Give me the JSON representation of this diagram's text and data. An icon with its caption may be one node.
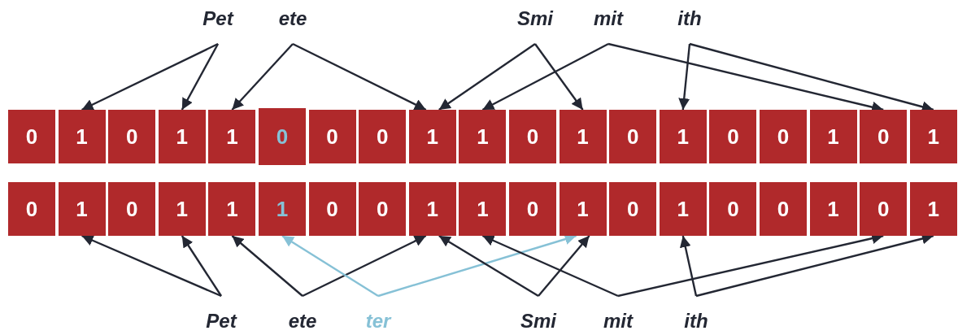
{
  "diagram": {
    "nodes": [
      {
        "text": [
          "Pet"
        ]
      },
      {
        "text": [
          "ete"
        ]
      },
      {
        "text": [
          "Smi"
        ]
      },
      {
        "text": [
          "mit"
        ]
      },
      {
        "text": [
          "ith"
        ]
      },
      {
        "text": [
          "0"
        ]
      },
      {
        "text": [
          "1"
        ]
      },
      {
        "text": [
          "0"
        ]
      },
      {
        "text": [
          "1"
        ]
      },
      {
        "text": [
          "1"
        ]
      },
      {
        "text": [
          "0"
        ]
      },
      {
        "text": [
          "0"
        ]
      },
      {
        "text": [
          "0"
        ]
      },
      {
        "text": [
          "1"
        ]
      },
      {
        "text": [
          "1"
        ]
      },
      {
        "text": [
          "0"
        ]
      },
      {
        "text": [
          "1"
        ]
      },
      {
        "text": [
          "0"
        ]
      },
      {
        "text": [
          "1"
        ]
      },
      {
        "text": [
          "0"
        ]
      },
      {
        "text": [
          "0"
        ]
      },
      {
        "text": [
          "1"
        ]
      },
      {
        "text": [
          "0"
        ]
      },
      {
        "text": [
          "1"
        ]
      },
      {
        "text": [
          "0"
        ]
      },
      {
        "text": [
          "1"
        ]
      },
      {
        "text": [
          "0"
        ]
      },
      {
        "text": [
          "1"
        ]
      },
      {
        "text": [
          "1"
        ]
      },
      {
        "text": [
          "1"
        ]
      },
      {
        "text": [
          "0"
        ]
      },
      {
        "text": [
          "0"
        ]
      },
      {
        "text": [
          "1"
        ]
      },
      {
        "text": [
          "1"
        ]
      },
      {
        "text": [
          "0"
        ]
      },
      {
        "text": [
          "1"
        ]
      },
      {
        "text": [
          "0"
        ]
      },
      {
        "text": [
          "1"
        ]
      },
      {
        "text": [
          "0"
        ]
      },
      {
        "text": [
          "0"
        ]
      },
      {
        "text": [
          "1"
        ]
      },
      {
        "text": [
          "0"
        ]
      },
      {
        "text": [
          "1"
        ]
      },
      {
        "text": [
          "Pet"
        ]
      },
      {
        "text": [
          "ete"
        ]
      },
      {
        "text": [
          "ter"
        ]
      },
      {
        "text": [
          "Smi"
        ]
      },
      {
        "text": [
          "mit"
        ]
      },
      {
        "text": [
          "ith"
        ]
      }
    ],
    "edges": [
      {
        "from": 0,
        "to": 6,
        "arrow": "to"
      },
      {
        "from": 0,
        "to": 8,
        "arrow": "to"
      },
      {
        "from": 1,
        "to": 9,
        "arrow": "to"
      },
      {
        "from": 1,
        "to": 13,
        "arrow": "to"
      },
      {
        "from": 2,
        "to": 13,
        "arrow": "to"
      },
      {
        "from": 2,
        "to": 16,
        "arrow": "to"
      },
      {
        "from": 3,
        "to": 14,
        "arrow": "to"
      },
      {
        "from": 3,
        "to": 22,
        "arrow": "to"
      },
      {
        "from": 4,
        "to": 18,
        "arrow": "to"
      },
      {
        "from": 4,
        "to": 23,
        "arrow": "to"
      },
      {
        "from": 43,
        "to": 25,
        "arrow": "to"
      },
      {
        "from": 43,
        "to": 27,
        "arrow": "to"
      },
      {
        "from": 44,
        "to": 28,
        "arrow": "to"
      },
      {
        "from": 44,
        "to": 32,
        "arrow": "to"
      },
      {
        "from": 45,
        "to": 29,
        "arrow": "to",
        "color": "#86c1d6"
      },
      {
        "from": 45,
        "to": 35,
        "arrow": "to",
        "color": "#86c1d6"
      },
      {
        "from": 46,
        "to": 32,
        "arrow": "to"
      },
      {
        "from": 46,
        "to": 35,
        "arrow": "to"
      },
      {
        "from": 47,
        "to": 33,
        "arrow": "to"
      },
      {
        "from": 47,
        "to": 41,
        "arrow": "to"
      },
      {
        "from": 48,
        "to": 37,
        "arrow": "to"
      },
      {
        "from": 48,
        "to": 42,
        "arrow": "to"
      }
    ]
  }
}
